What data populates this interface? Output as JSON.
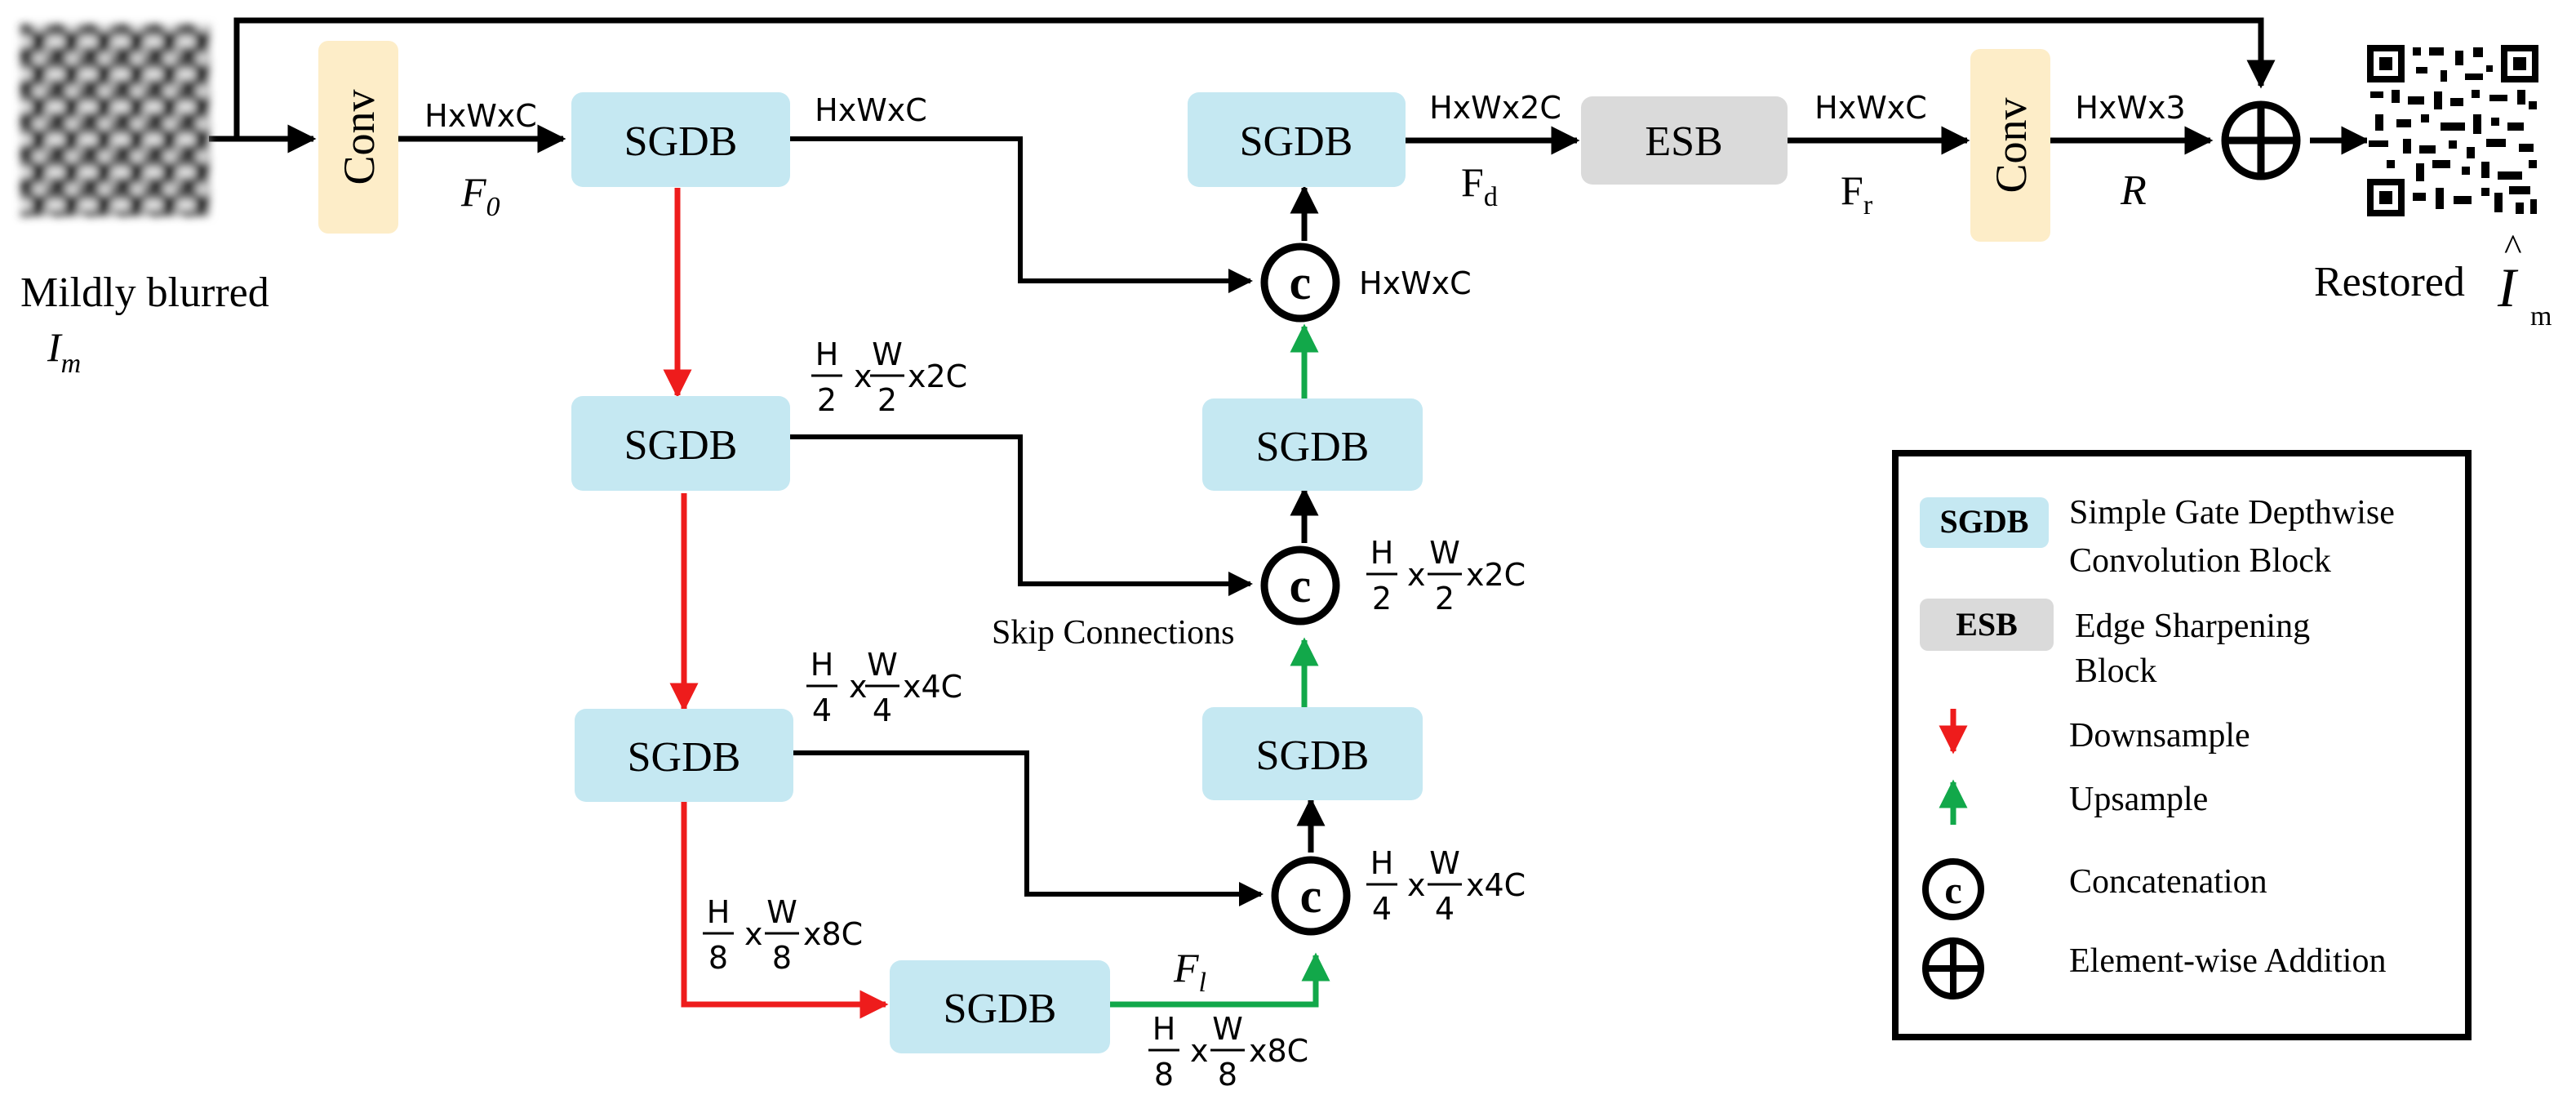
{
  "labels": {
    "conv": "Conv",
    "sgdb": "SGDB",
    "esb": "ESB",
    "input_caption": "Mildly blurred",
    "input_symbol_main": "I",
    "input_symbol_sub": "m",
    "output_caption": "Restored",
    "output_symbol_main": "I",
    "output_symbol_hat": "^",
    "output_symbol_sub": "m",
    "concat_glyph": "c",
    "skip_connections": "Skip Connections"
  },
  "features": {
    "f0_main": "F",
    "f0_sub": "0",
    "fd_main": "F",
    "fd_sub": "d",
    "fr_main": "F",
    "fr_sub": "r",
    "fl_main": "F",
    "fl_sub": "l",
    "r": "R"
  },
  "dims": {
    "hxwxc": "HxWxC",
    "hxwx2c": "HxWx2C",
    "hxwx3": "HxWx3",
    "frac_h": "H",
    "frac_w": "W",
    "x": "x",
    "den_2": "2",
    "den_4": "4",
    "den_8": "8",
    "ch_2c": "x2C",
    "ch_4c": "x4C",
    "ch_8c": "x8C"
  },
  "legend": {
    "sgdb_key": "SGDB",
    "sgdb_desc_line1": "Simple Gate Depthwise",
    "sgdb_desc_line2": "Convolution Block",
    "esb_key": "ESB",
    "esb_desc_line1": "Edge Sharpening",
    "esb_desc_line2": "Block",
    "downsample": "Downsample",
    "upsample": "Upsample",
    "concat_key": "c",
    "concatenation": "Concatenation",
    "addition": "Element-wise Addition"
  },
  "colors": {
    "sgdb_fill": "#c5e8f2",
    "conv_fill": "#fdedc8",
    "esb_fill": "#dadada",
    "downsample": "#ee1c1c",
    "upsample": "#12a84a",
    "arrow": "#000000"
  }
}
